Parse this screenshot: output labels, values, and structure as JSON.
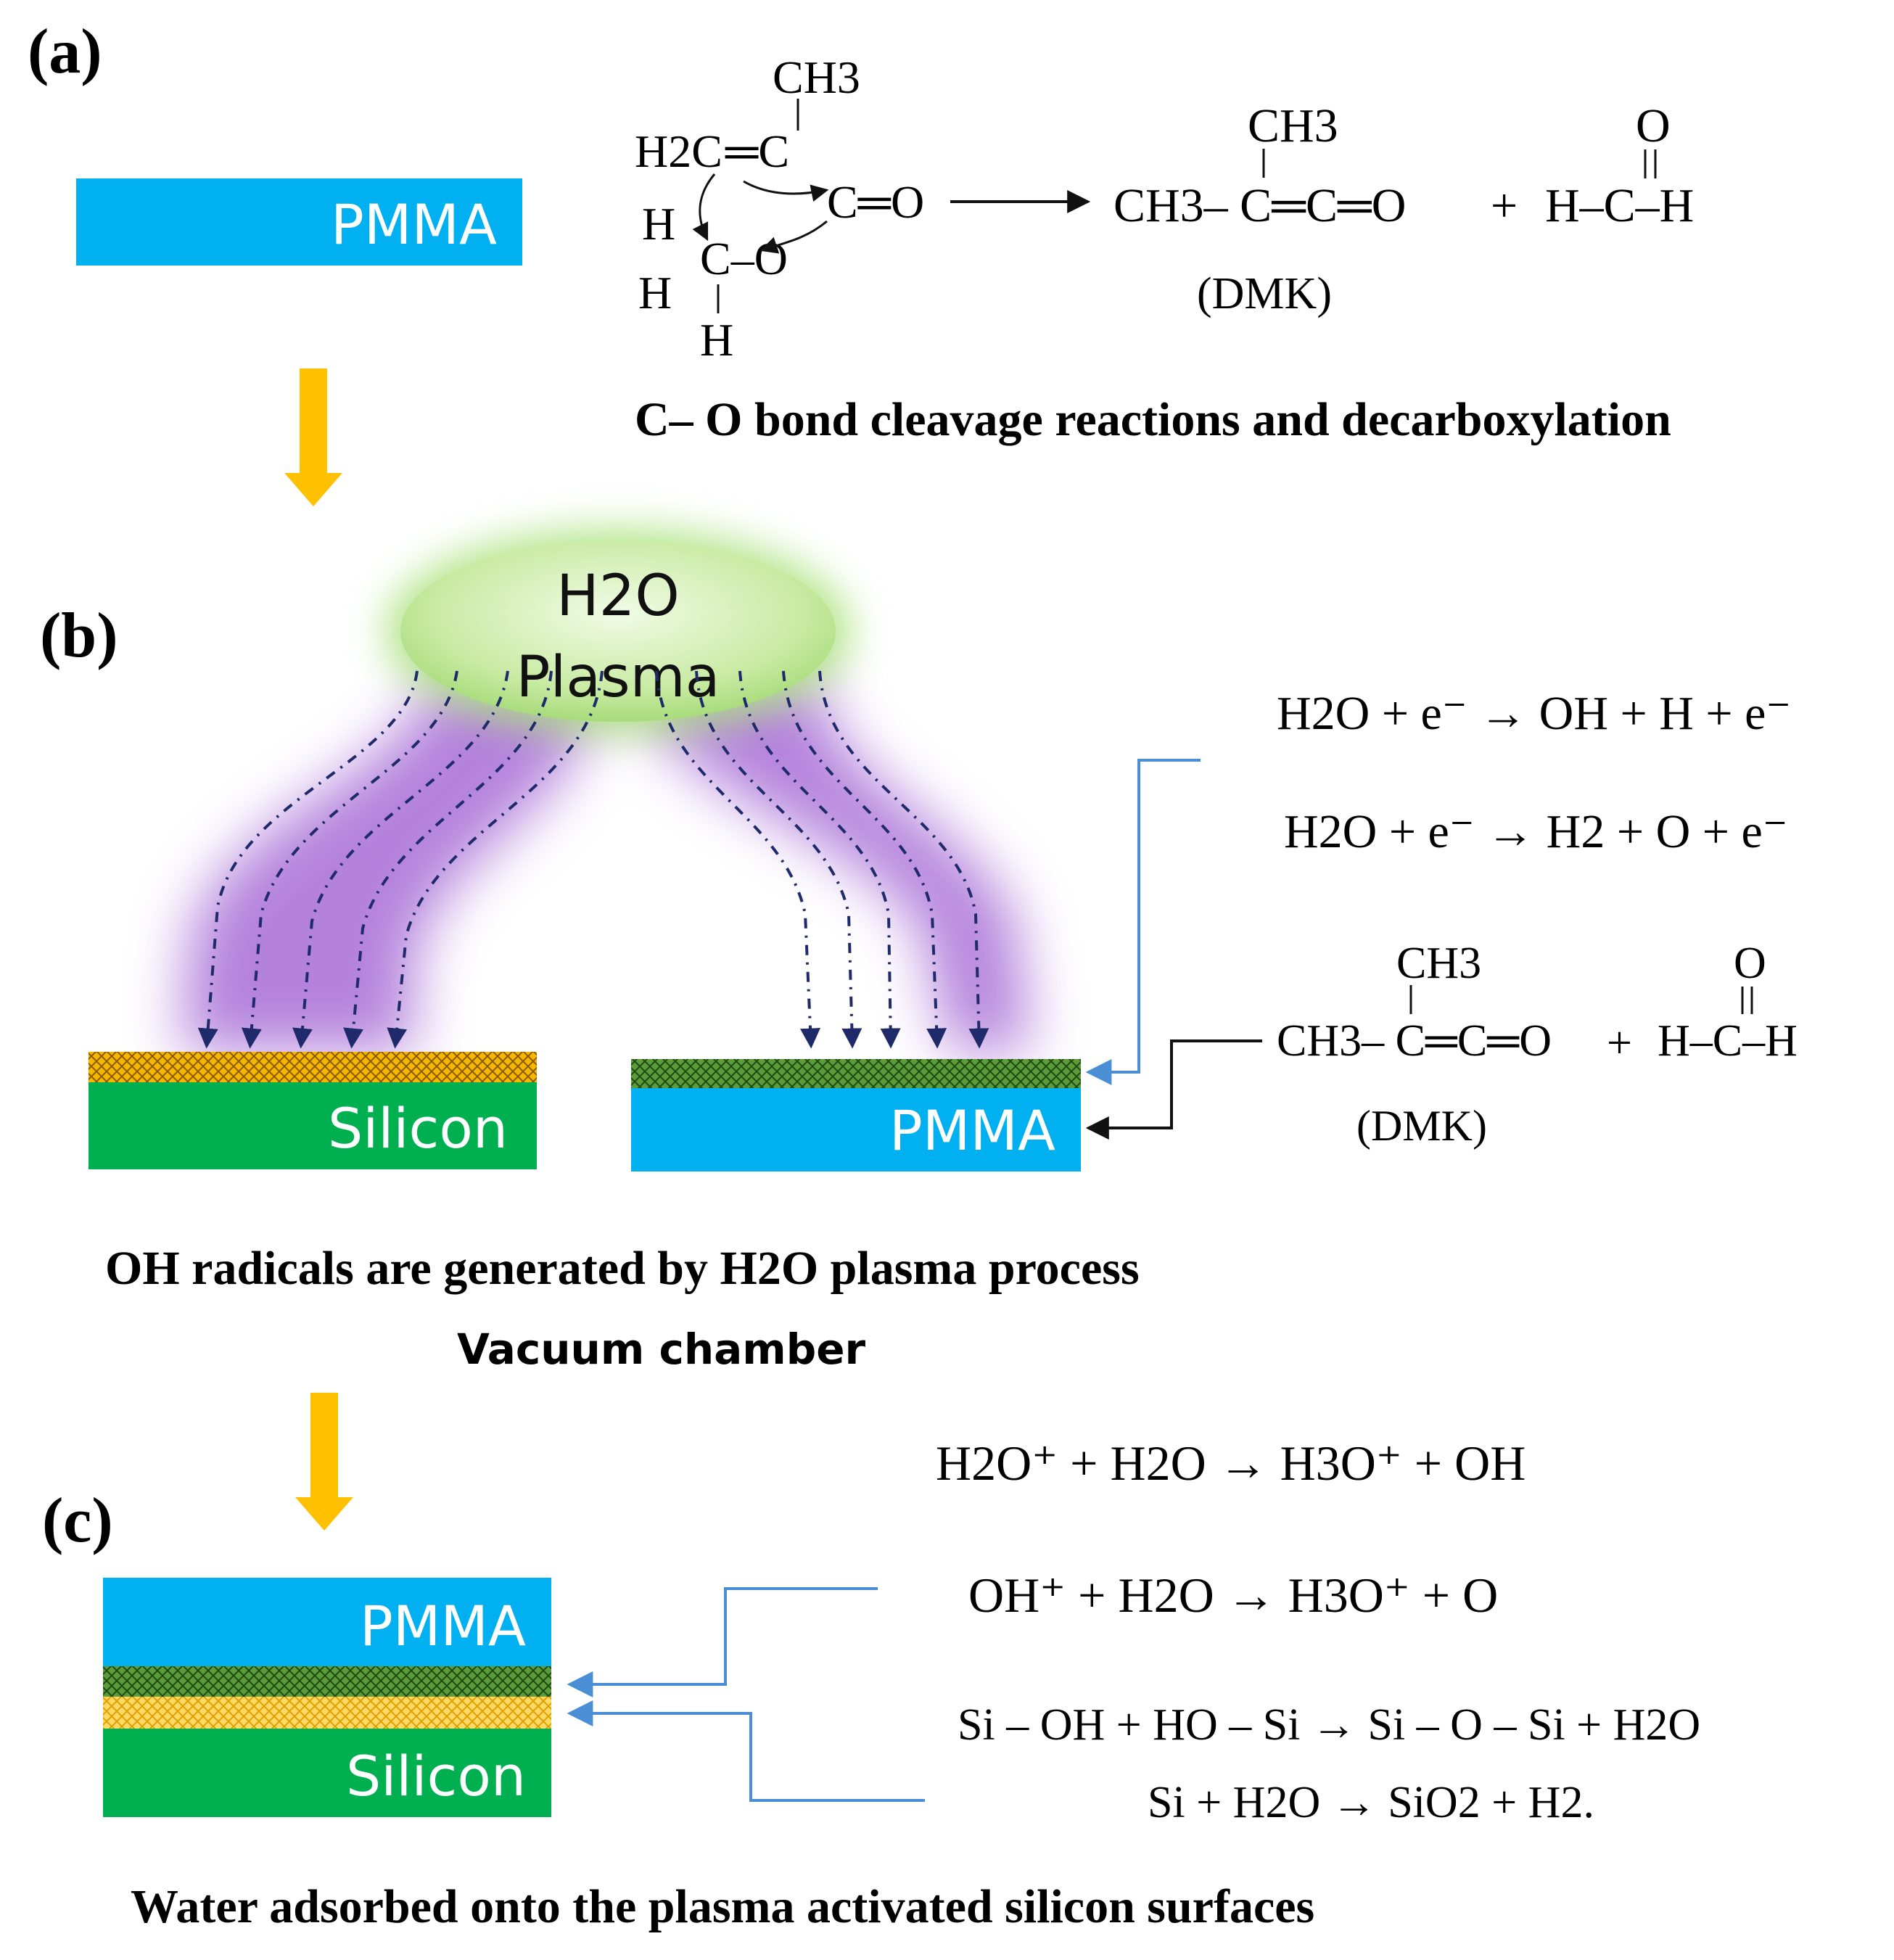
{
  "panels": {
    "a": {
      "label": "(a)",
      "pmma": "PMMA",
      "mol": {
        "ch3": "CH3",
        "h2c": "H2C",
        "eqC": "═C",
        "ceo": "C═O",
        "h1": "H",
        "h2": "H",
        "cdash_o": "C–O",
        "hbot": "H"
      },
      "prod_ch3": "CH3",
      "prod_chain": "CH3– C═C═O",
      "plus": "+",
      "form_o": "O",
      "form_chain": "H–C–H",
      "dmk": "(DMK)",
      "caption": "C– O bond cleavage reactions and decarboxylation"
    },
    "b": {
      "label": "(b)",
      "plasma_h2o": "H2O",
      "plasma_word": "Plasma",
      "silicon": "Silicon",
      "pmma": "PMMA",
      "eq1": "H2O + e⁻ → OH + H + e⁻",
      "eq2": "H2O + e⁻ → H2 + O + e⁻",
      "dmk_ch3": "CH3",
      "dmk_chain": "CH3– C═C═O",
      "plus": "+",
      "form_o": "O",
      "form_chain": "H–C–H",
      "dmk": "(DMK)",
      "caption": "OH radicals are generated by H2O plasma process",
      "chamber": "Vacuum chamber"
    },
    "c": {
      "label": "(c)",
      "pmma": "PMMA",
      "silicon": "Silicon",
      "eq1": "H2O⁺ + H2O → H3O⁺ + OH",
      "eq2": "OH⁺ + H2O → H3O⁺ + O",
      "eq3": "Si – OH + HO – Si → Si – O – Si + H2O",
      "eq4": "Si + H2O → SiO2 + H2.",
      "caption": "Water adsorbed onto the plasma activated silicon surfaces"
    }
  },
  "colors": {
    "pmma": "#00B0F0",
    "silicon": "#00B050",
    "arrow": "#FFC000",
    "plasma_glow": "#9B59D0",
    "plasma_core": "#D6F2B0",
    "dashed": "#1F2A6B",
    "blue_line": "#4A8FD6"
  }
}
